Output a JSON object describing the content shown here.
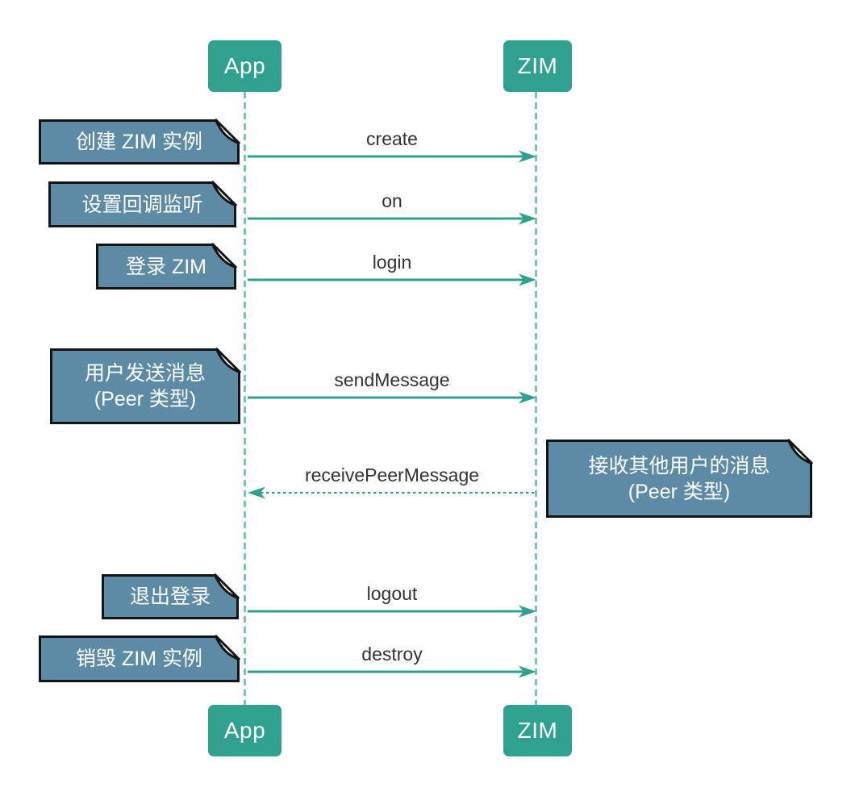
{
  "actors": {
    "left": "App",
    "right": "ZIM"
  },
  "messages": [
    {
      "label": "create",
      "from": "App",
      "to": "ZIM",
      "direction": "right",
      "line": "solid"
    },
    {
      "label": "on",
      "from": "App",
      "to": "ZIM",
      "direction": "right",
      "line": "solid"
    },
    {
      "label": "login",
      "from": "App",
      "to": "ZIM",
      "direction": "right",
      "line": "solid"
    },
    {
      "label": "sendMessage",
      "from": "App",
      "to": "ZIM",
      "direction": "right",
      "line": "solid"
    },
    {
      "label": "receivePeerMessage",
      "from": "ZIM",
      "to": "App",
      "direction": "left",
      "line": "dotted"
    },
    {
      "label": "logout",
      "from": "App",
      "to": "ZIM",
      "direction": "right",
      "line": "solid"
    },
    {
      "label": "destroy",
      "from": "App",
      "to": "ZIM",
      "direction": "right",
      "line": "solid"
    }
  ],
  "notes": [
    {
      "side": "left",
      "lines": [
        "创建 ZIM 实例"
      ]
    },
    {
      "side": "left",
      "lines": [
        "设置回调监听"
      ]
    },
    {
      "side": "left",
      "lines": [
        "登录 ZIM"
      ]
    },
    {
      "side": "left",
      "lines": [
        "用户发送消息",
        "(Peer 类型)"
      ]
    },
    {
      "side": "right",
      "lines": [
        "接收其他用户的消息",
        "(Peer 类型)"
      ]
    },
    {
      "side": "left",
      "lines": [
        "退出登录"
      ]
    },
    {
      "side": "left",
      "lines": [
        "销毁 ZIM 实例"
      ]
    }
  ],
  "colors": {
    "actor_fill": "#31A18F",
    "actor_text": "#FFFFFF",
    "lifeline": "#7CC4B8",
    "arrow": "#2DA18E",
    "message_text": "#333333",
    "note_fill": "#5D8BA6",
    "note_border": "#141414",
    "note_text": "#FFFFFF",
    "background": "#FFFFFF"
  }
}
